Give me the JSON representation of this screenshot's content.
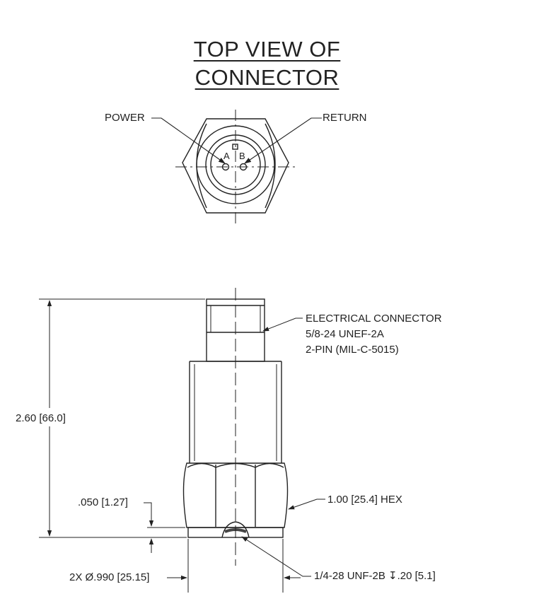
{
  "title": {
    "line1": "TOP VIEW OF",
    "line2": "CONNECTOR"
  },
  "top_view": {
    "power_label": "POWER",
    "return_label": "RETURN",
    "pin_a": "A",
    "pin_b": "B"
  },
  "callouts": {
    "electrical_connector": "ELECTRICAL CONNECTOR",
    "thread_spec": "5/8-24 UNEF-2A",
    "pin_spec": "2-PIN (MIL-C-5015)",
    "hex": "1.00 [25.4] HEX",
    "mount_thread": "1/4-28 UNF-2B ↧.20 [5.1]"
  },
  "dimensions": {
    "overall_height": "2.60 [66.0]",
    "base_gap": ".050 [1.27]",
    "diameter": "2X Ø.990 [25.15]"
  }
}
